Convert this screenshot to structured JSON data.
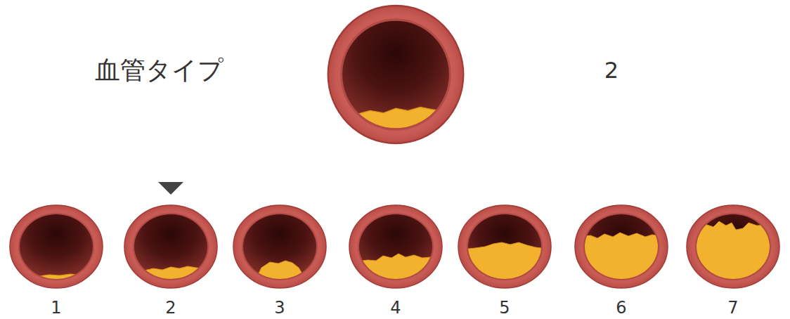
{
  "diagram": {
    "nodes": [
      {
        "text": [
          "1"
        ]
      },
      {
        "text": [
          "2"
        ]
      },
      {
        "text": [
          "3"
        ]
      },
      {
        "text": [
          "4"
        ]
      },
      {
        "text": [
          "5"
        ]
      },
      {
        "text": [
          "6"
        ]
      },
      {
        "text": [
          "7"
        ]
      }
    ],
    "labels": [
      "血管タイプ",
      "2"
    ]
  }
}
